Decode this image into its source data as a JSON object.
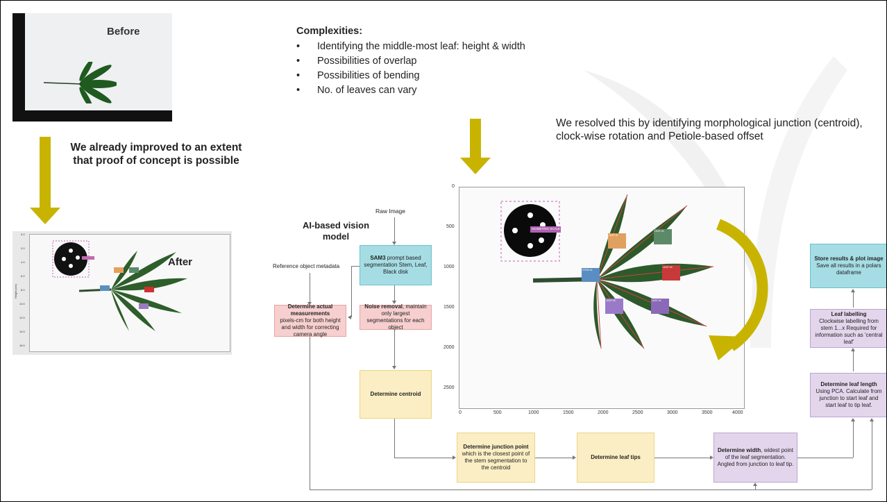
{
  "before_label": "Before",
  "after_label": "After",
  "improved_text": "We already improved to an extent that proof of concept is possible",
  "complexities": {
    "title": "Complexities:",
    "items": [
      "Identifying the middle-most leaf: height & width",
      "Possibilities of overlap",
      "Possibilities of bending",
      "No. of leaves can vary"
    ]
  },
  "resolved_text": "We resolved this by identifying morphological junction (centroid), clock-wise rotation and Petiole-based offset",
  "ai_model_label": "AI-based vision model",
  "flow": {
    "raw_image": "Raw Image",
    "ref_meta": "Reference object metadata",
    "sam_bold": "SAM3",
    "sam_rest": " prompt based segmentation Stem, Leaf, Black disk",
    "measure_bold": "Determine actual measurements",
    "measure_rest": "pixels-cm for both height and width for correcting camera angle",
    "noise_bold": "Noise removal",
    "noise_rest": ", maintain only largest segmentations for each object",
    "centroid": "Determine centroid",
    "junction_bold": "Determine junction point",
    "junction_rest": "which is the closest point of the stem segmentation to the centroid",
    "tips": "Determine leaf tips",
    "width_bold": "Determine width",
    "width_rest": ", widest point of the leaf segmentation. Angled from junction to leaf tip.",
    "length_bold": "Determine leaf length",
    "length_rest": "Using PCA. Calculate from junction to start leaf and start leaf to tip leaf.",
    "labelling_bold": "Leaf labelling",
    "labelling_rest": "Clockwise labelling from stem 1...x Required for information such as 'central leaf'",
    "store_bold": "Store results & plot image",
    "store_rest": "Save all results in a polars dataframe"
  },
  "plot": {
    "x_ticks": [
      "0",
      "500",
      "1000",
      "1500",
      "2000",
      "2500",
      "3000",
      "3500",
      "4000"
    ],
    "y_ticks": [
      "0",
      "500",
      "1000",
      "1500",
      "2000",
      "2500"
    ],
    "disk_label": "ISOMETRIC SCALE",
    "leaf_labels": [
      "LEAF #1",
      "LEAF #2",
      "LEAF #3",
      "LEAF #4",
      "LEAF #5",
      "STEM #1"
    ]
  },
  "small_plot": {
    "y_ticks": [
      "0.0",
      "2.0",
      "4.0",
      "6.0",
      "8.0",
      "10.0",
      "12.0",
      "14.0",
      "16.0"
    ],
    "y_label": "Height (cm)"
  },
  "colors": {
    "arrow": "#c8b400",
    "pink": "#f7cfcf",
    "cyan": "#a6dde5",
    "yellow": "#fbeec4",
    "lavender": "#e3d6ec"
  }
}
